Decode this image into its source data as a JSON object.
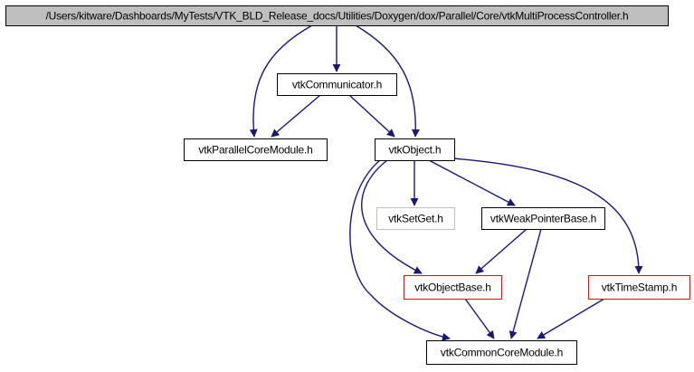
{
  "diagram": {
    "type": "include-dependency-graph",
    "colors": {
      "edge": "#191970",
      "root_fill": "#bfbfbf",
      "node_border": "#000000",
      "truncated_border": "#ff0000",
      "missing_border": "#bfbfbf",
      "missing_text": "#9c9c9c"
    },
    "nodes": [
      {
        "id": "root",
        "label": "/Users/kitware/Dashboards/MyTests/VTK_BLD_Release_docs/Utilities/Doxygen/dox/Parallel/Core/vtkMultiProcessController.h",
        "style": "root"
      },
      {
        "id": "communicator",
        "label": "vtkCommunicator.h",
        "style": "normal"
      },
      {
        "id": "parallelcore",
        "label": "vtkParallelCoreModule.h",
        "style": "normal"
      },
      {
        "id": "object",
        "label": "vtkObject.h",
        "style": "normal"
      },
      {
        "id": "setget",
        "label": "vtkSetGet.h",
        "style": "missing"
      },
      {
        "id": "weakptr",
        "label": "vtkWeakPointerBase.h",
        "style": "normal"
      },
      {
        "id": "objectbase",
        "label": "vtkObjectBase.h",
        "style": "truncated"
      },
      {
        "id": "timestamp",
        "label": "vtkTimeStamp.h",
        "style": "truncated"
      },
      {
        "id": "commoncore",
        "label": "vtkCommonCoreModule.h",
        "style": "normal"
      }
    ],
    "edges": [
      {
        "from": "root",
        "to": "communicator"
      },
      {
        "from": "root",
        "to": "parallelcore"
      },
      {
        "from": "root",
        "to": "object"
      },
      {
        "from": "communicator",
        "to": "parallelcore"
      },
      {
        "from": "communicator",
        "to": "object"
      },
      {
        "from": "object",
        "to": "setget"
      },
      {
        "from": "object",
        "to": "weakptr"
      },
      {
        "from": "object",
        "to": "objectbase"
      },
      {
        "from": "object",
        "to": "timestamp"
      },
      {
        "from": "object",
        "to": "commoncore"
      },
      {
        "from": "weakptr",
        "to": "objectbase"
      },
      {
        "from": "weakptr",
        "to": "commoncore"
      },
      {
        "from": "objectbase",
        "to": "commoncore"
      },
      {
        "from": "timestamp",
        "to": "commoncore"
      }
    ]
  }
}
